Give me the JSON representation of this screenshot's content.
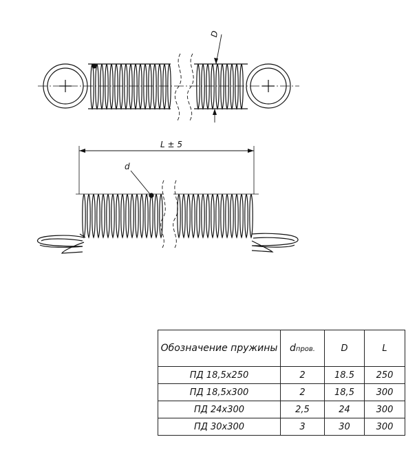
{
  "drawing": {
    "dim_D": "D",
    "dim_L": "L ± 5",
    "dim_d": "d"
  },
  "table": {
    "headers": {
      "name": "Обозначение пружины",
      "d_main": "d",
      "d_sub": "пров.",
      "D": "D",
      "L": "L"
    },
    "rows": [
      {
        "name": "ПД  18,5x250",
        "d": "2",
        "D": "18.5",
        "L": "250"
      },
      {
        "name": "ПД  18,5x300",
        "d": "2",
        "D": "18,5",
        "L": "300"
      },
      {
        "name": "ПД  24x300",
        "d": "2,5",
        "D": "24",
        "L": "300"
      },
      {
        "name": "ПД  30x300",
        "d": "3",
        "D": "30",
        "L": "300"
      }
    ]
  }
}
